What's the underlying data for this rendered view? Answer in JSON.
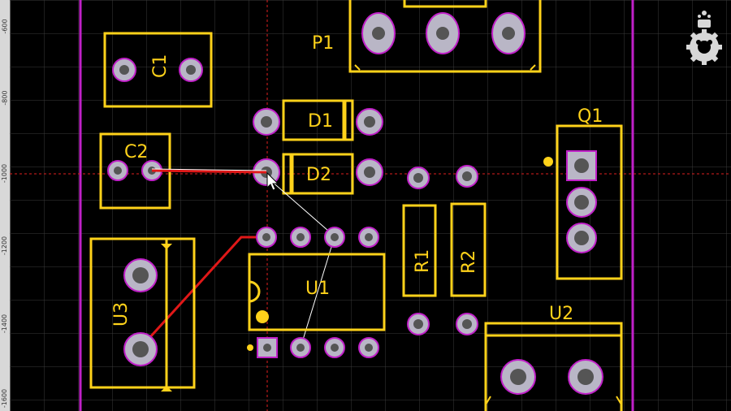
{
  "ruler": {
    "ticks": [
      "-600",
      "-800",
      "-1000",
      "-1200",
      "-1400",
      "-1600"
    ]
  },
  "labels": {
    "c1": "C1",
    "c2": "C2",
    "d1": "D1",
    "d2": "D2",
    "p1": "P1",
    "q1": "Q1",
    "r1": "R1",
    "r2": "R2",
    "u1": "U1",
    "u2": "U2",
    "u3": "U3"
  },
  "colors": {
    "background": "#000000",
    "grid": "#3a3a3a",
    "silkscreen": "#ffd21a",
    "pad": "#b9b6c6",
    "hole": "#555555",
    "outline": "#c020c8",
    "trace": "#e01818",
    "ratsnest": "#ffffff",
    "crosshair": "#e02020"
  },
  "logo": {
    "icon": "gear-figure-logo"
  }
}
